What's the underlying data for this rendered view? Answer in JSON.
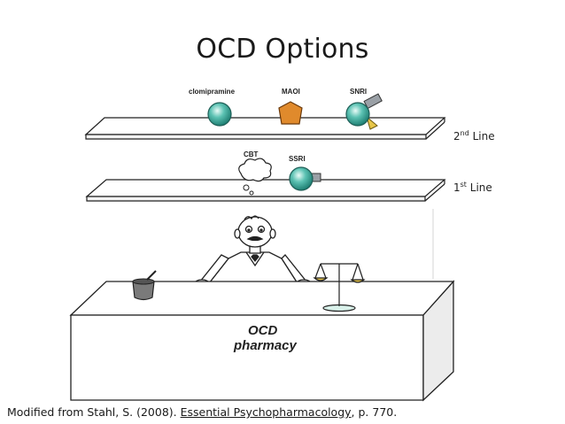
{
  "slide": {
    "title": "OCD Options"
  },
  "shelves": {
    "second": {
      "ordinal": "2",
      "suffix": "nd",
      "word": " Line",
      "drugs": [
        "clomipramine",
        "MAOI",
        "SNRI"
      ]
    },
    "first": {
      "ordinal": "1",
      "suffix": "st",
      "word": " Line",
      "drugs": [
        "CBT",
        "SSRI"
      ]
    }
  },
  "counter": {
    "line1": "OCD",
    "line2": "pharmacy"
  },
  "caption": {
    "prefix": "Modified from Stahl, S. (2008). ",
    "book": "Essential Psychopharmacology",
    "suffix": ", p. 770."
  },
  "colors": {
    "pill": "#3aa79a",
    "maoi": "#e08a2c",
    "ink": "#222222"
  }
}
